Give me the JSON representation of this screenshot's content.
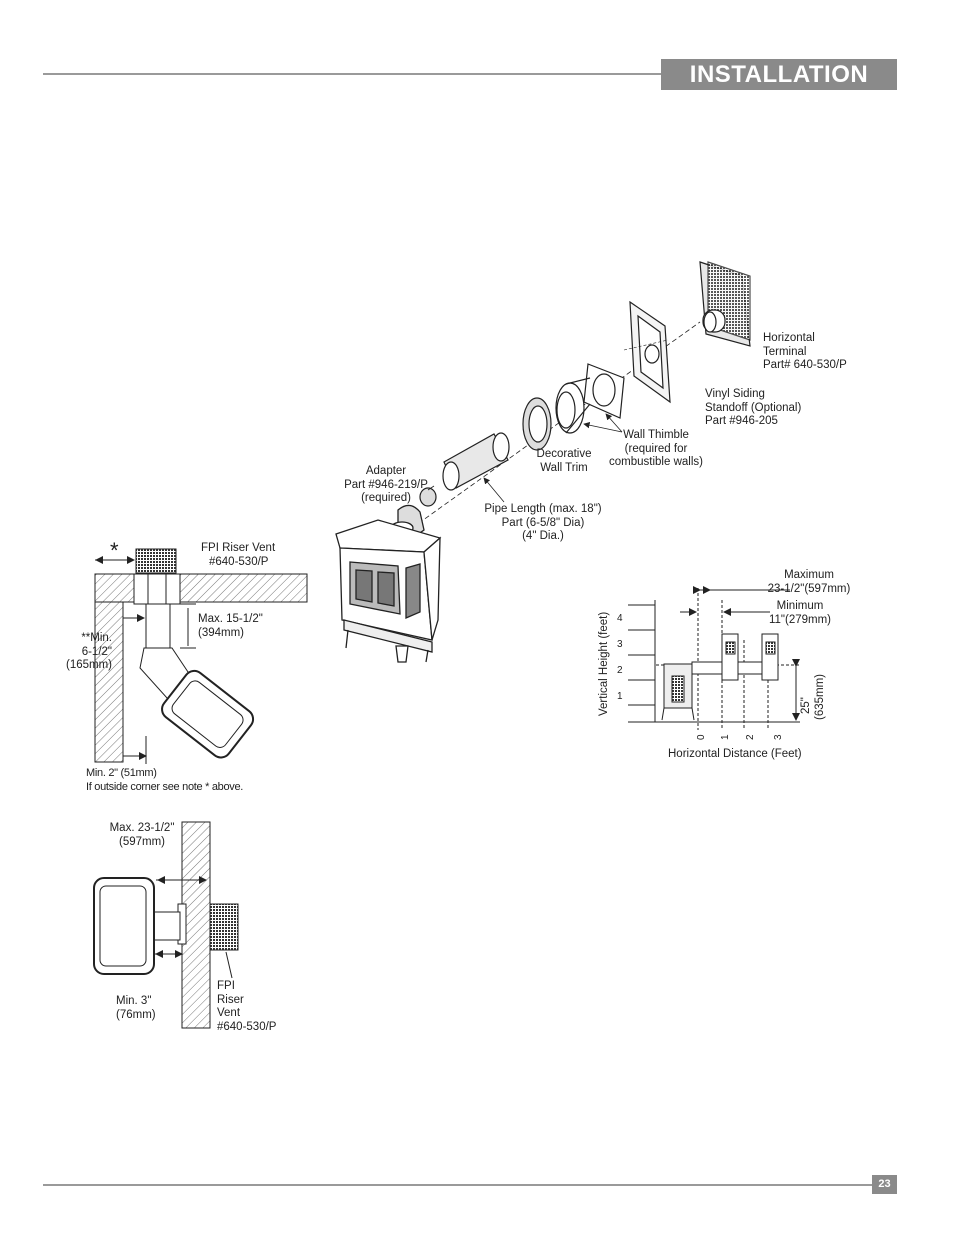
{
  "header": {
    "title": "INSTALLATION"
  },
  "footer": {
    "page_number": "23"
  },
  "exploded": {
    "horizontal_terminal": [
      "Horizontal",
      "Terminal",
      "Part# 640-530/P"
    ],
    "vinyl_siding": [
      "Vinyl Siding",
      "Standoff (Optional)",
      "Part #946-205"
    ],
    "wall_thimble": [
      "Wall Thimble",
      "(required for",
      "combustible walls)"
    ],
    "decorative_trim": [
      "Decorative",
      "Wall Trim"
    ],
    "adapter": [
      "Adapter",
      "Part #946-219/P",
      "(required)"
    ],
    "pipe_length": [
      "Pipe Length (max. 18\")",
      "Part (6-5/8\" Dia)",
      "(4\" Dia.)"
    ]
  },
  "corner": {
    "asterisk": "*",
    "riser_vent": [
      "FPI Riser Vent",
      "#640-530/P"
    ],
    "max": [
      "Max. 15-1/2\"",
      "(394mm)"
    ],
    "min_side": [
      "**Min.",
      "6-1/2\"",
      "(165mm)"
    ],
    "min_bottom": [
      "Min. 2\" (51mm)",
      "If outside corner see note * above."
    ]
  },
  "wall": {
    "max": [
      "Max. 23-1/2\"",
      "(597mm)"
    ],
    "min": [
      "Min. 3\"",
      "(76mm)"
    ],
    "riser": [
      "FPI",
      "Riser",
      "Vent",
      "#640-530/P"
    ]
  },
  "graph": {
    "maximum": [
      "Maximum",
      "23-1/2\"(597mm)"
    ],
    "minimum": [
      "Minimum",
      "11\"(279mm)"
    ],
    "y_axis_label": "Vertical Height (feet)",
    "x_axis_label": "Horizontal Distance (Feet)",
    "y_ticks": [
      "4",
      "3",
      "2",
      "1"
    ],
    "x_ticks": [
      "0",
      "1",
      "2",
      "3"
    ],
    "height_dim": [
      "25\"",
      "(635mm)"
    ]
  }
}
